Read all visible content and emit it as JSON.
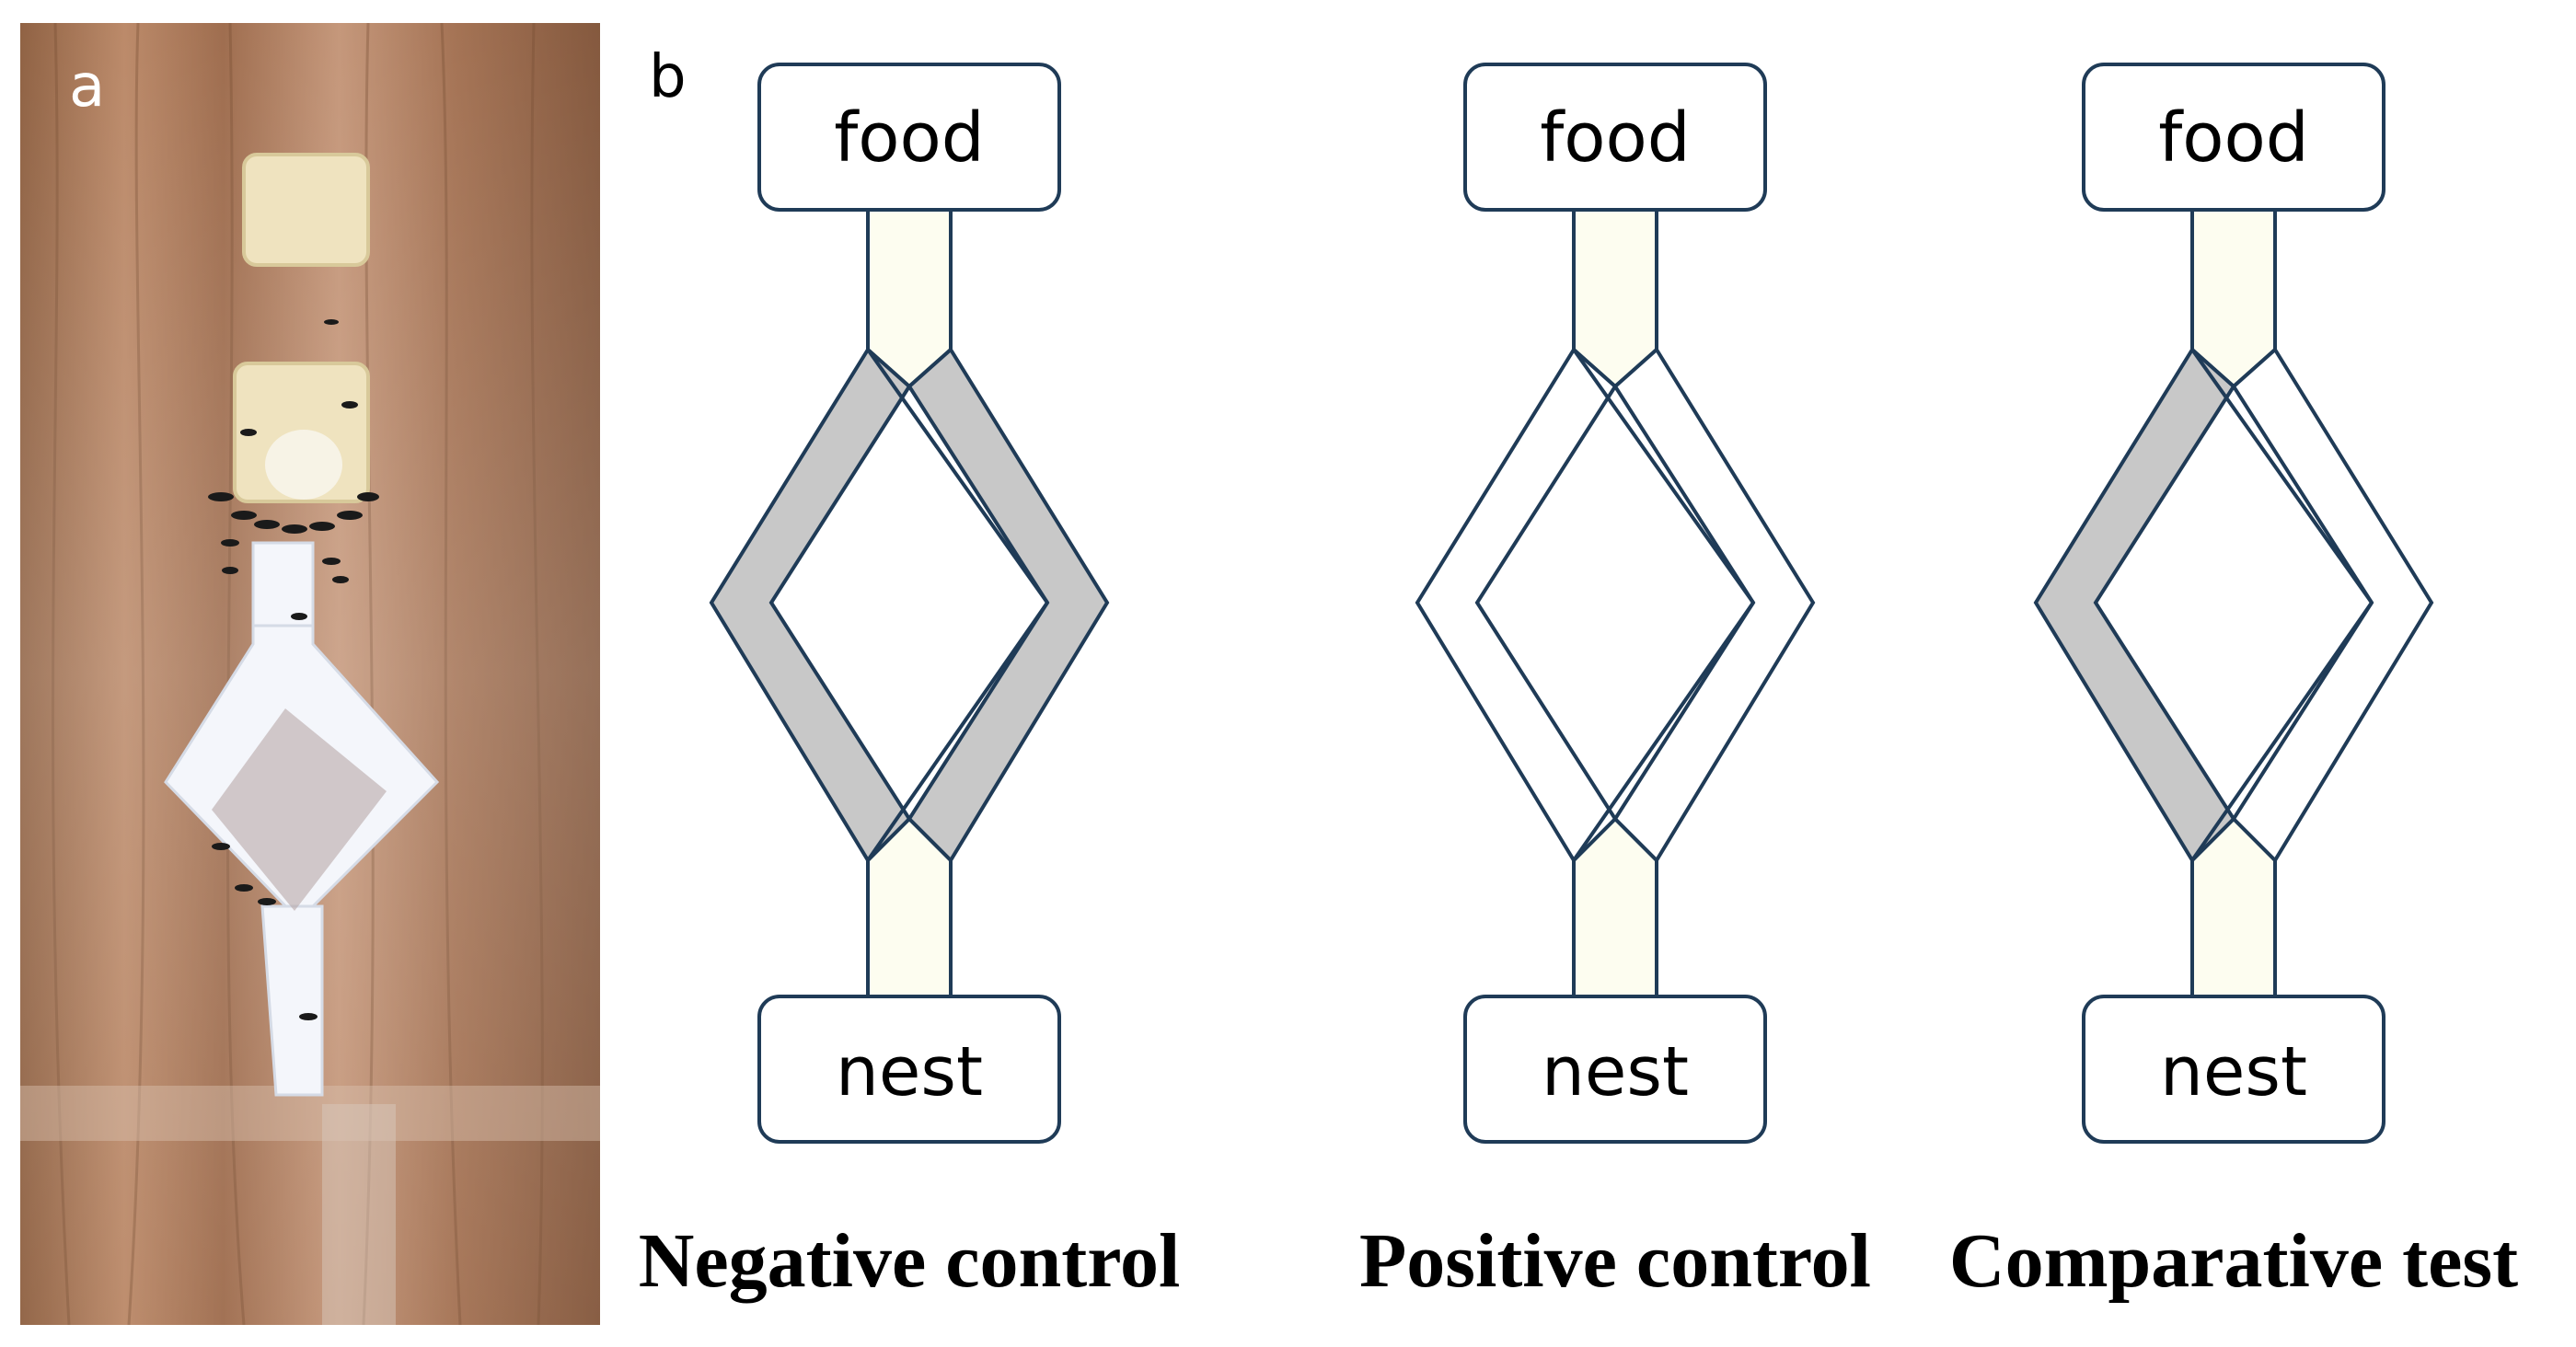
{
  "panel_a": {
    "label": "a"
  },
  "panel_b": {
    "label": "b"
  },
  "diagrams": [
    {
      "top_box": "food",
      "bottom_box": "nest",
      "caption": "Negative control",
      "left_arm": "shaded",
      "right_arm": "shaded"
    },
    {
      "top_box": "food",
      "bottom_box": "nest",
      "caption": "Positive control",
      "left_arm": "open",
      "right_arm": "open"
    },
    {
      "top_box": "food",
      "bottom_box": "nest",
      "caption": "Comparative test",
      "left_arm": "shaded",
      "right_arm": "open"
    }
  ],
  "colors": {
    "outline": "#1f3b57",
    "shaded_arm": "#c8c8c8",
    "stem": "#fdfdf0",
    "box_fill": "#ffffff"
  }
}
